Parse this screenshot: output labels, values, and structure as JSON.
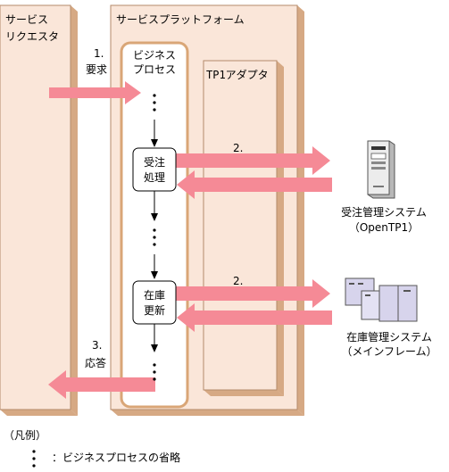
{
  "requester": {
    "label_line1": "サービス",
    "label_line2": "リクエスタ"
  },
  "platform": {
    "label": "サービスプラットフォーム"
  },
  "business_process": {
    "label_line1": "ビジネス",
    "label_line2": "プロセス"
  },
  "tp1_adapter": {
    "label": "TP1アダプタ"
  },
  "steps": {
    "request_num": "1.",
    "request_label": "要求",
    "order_num": "2.",
    "inventory_num": "2.",
    "response_num": "3.",
    "response_label": "応答"
  },
  "tasks": {
    "order_line1": "受注",
    "order_line2": "処理",
    "inventory_line1": "在庫",
    "inventory_line2": "更新"
  },
  "systems": {
    "order_name": "受注管理システム",
    "order_sub": "（OpenTP1）",
    "inventory_name": "在庫管理システム",
    "inventory_sub": "（メインフレーム）"
  },
  "legend": {
    "title": "（凡例）",
    "ellipsis_desc": "：ビジネスプロセスの省略"
  },
  "colors": {
    "panel": "#fae6d9",
    "panel_shadow": "#d6a984",
    "arrow": "#f58a96",
    "process_border": "#d9a677"
  }
}
